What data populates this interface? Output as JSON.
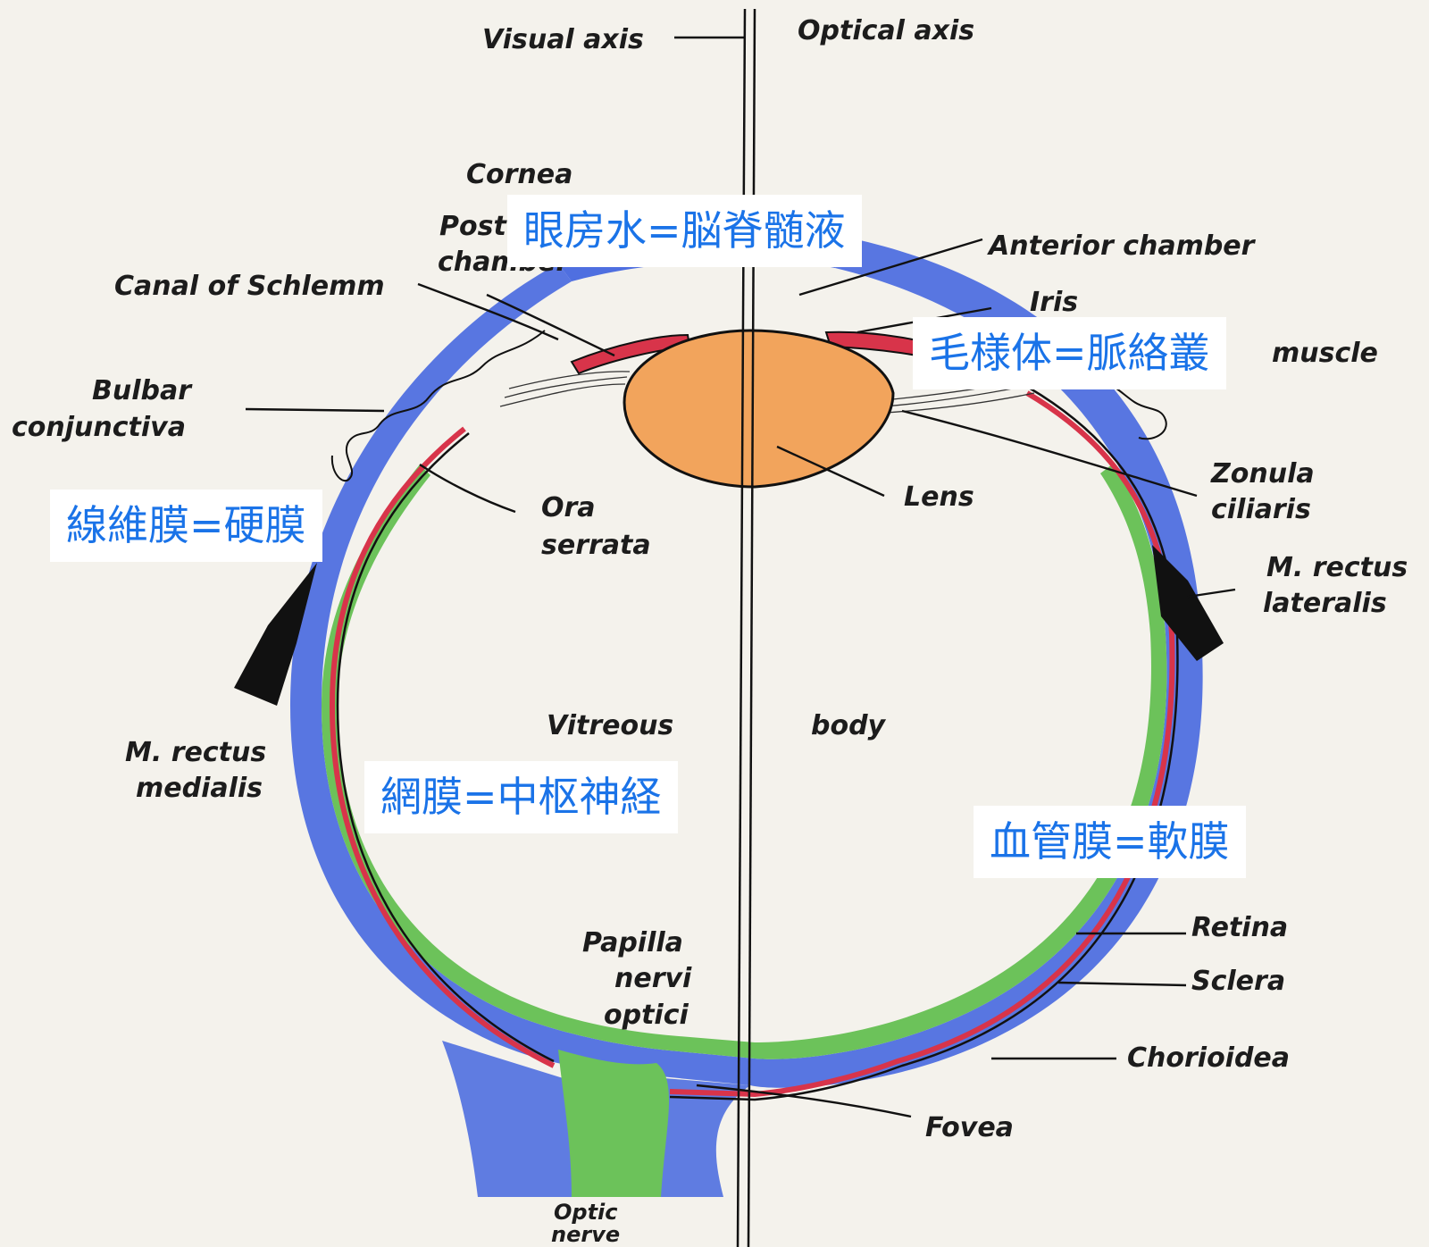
{
  "labels": {
    "visual_axis": "Visual axis",
    "optical_axis": "Optical axis",
    "cornea": "Cornea",
    "posterior_chamber_1": "Post",
    "posterior_chamber_2": "chamber",
    "canal_of_schlemm": "Canal of Schlemm",
    "anterior_chamber": "Anterior chamber",
    "iris": "Iris",
    "ciliary_muscle": "muscle",
    "bulbar_conjunctiva_1": "Bulbar",
    "bulbar_conjunctiva_2": "conjunctiva",
    "zonula_1": "Zonula",
    "zonula_2": "ciliaris",
    "lens": "Lens",
    "ora_serrata_1": "Ora",
    "ora_serrata_2": "serrata",
    "rectus_lateralis_1": "M. rectus",
    "rectus_lateralis_2": "lateralis",
    "vitreous": "Vitreous",
    "body": "body",
    "rectus_medialis_1": "M. rectus",
    "rectus_medialis_2": "medialis",
    "papilla_1": "Papilla",
    "papilla_2": "nervi",
    "papilla_3": "optici",
    "retina": "Retina",
    "sclera": "Sclera",
    "chorioidea": "Chorioidea",
    "fovea": "Fovea",
    "optic_nerve_1": "Optic",
    "optic_nerve_2": "nerve"
  },
  "japanese_boxes": {
    "aqueous_humor": "眼房水=脳脊髄液",
    "ciliary_body": "毛様体=脈絡叢",
    "fibrous_tunic": "線維膜=硬膜",
    "retina_cns": "網膜=中枢神経",
    "vascular_tunic": "血管膜=軟膜"
  },
  "colors": {
    "background": "#f4f2ec",
    "sclera_blue": "#4f6fe0",
    "retina_green": "#6cc25a",
    "choroid_red": "#d8344a",
    "lens_orange": "#f2a45c",
    "annotation_blue": "#1a73e8",
    "ink": "#111111"
  }
}
